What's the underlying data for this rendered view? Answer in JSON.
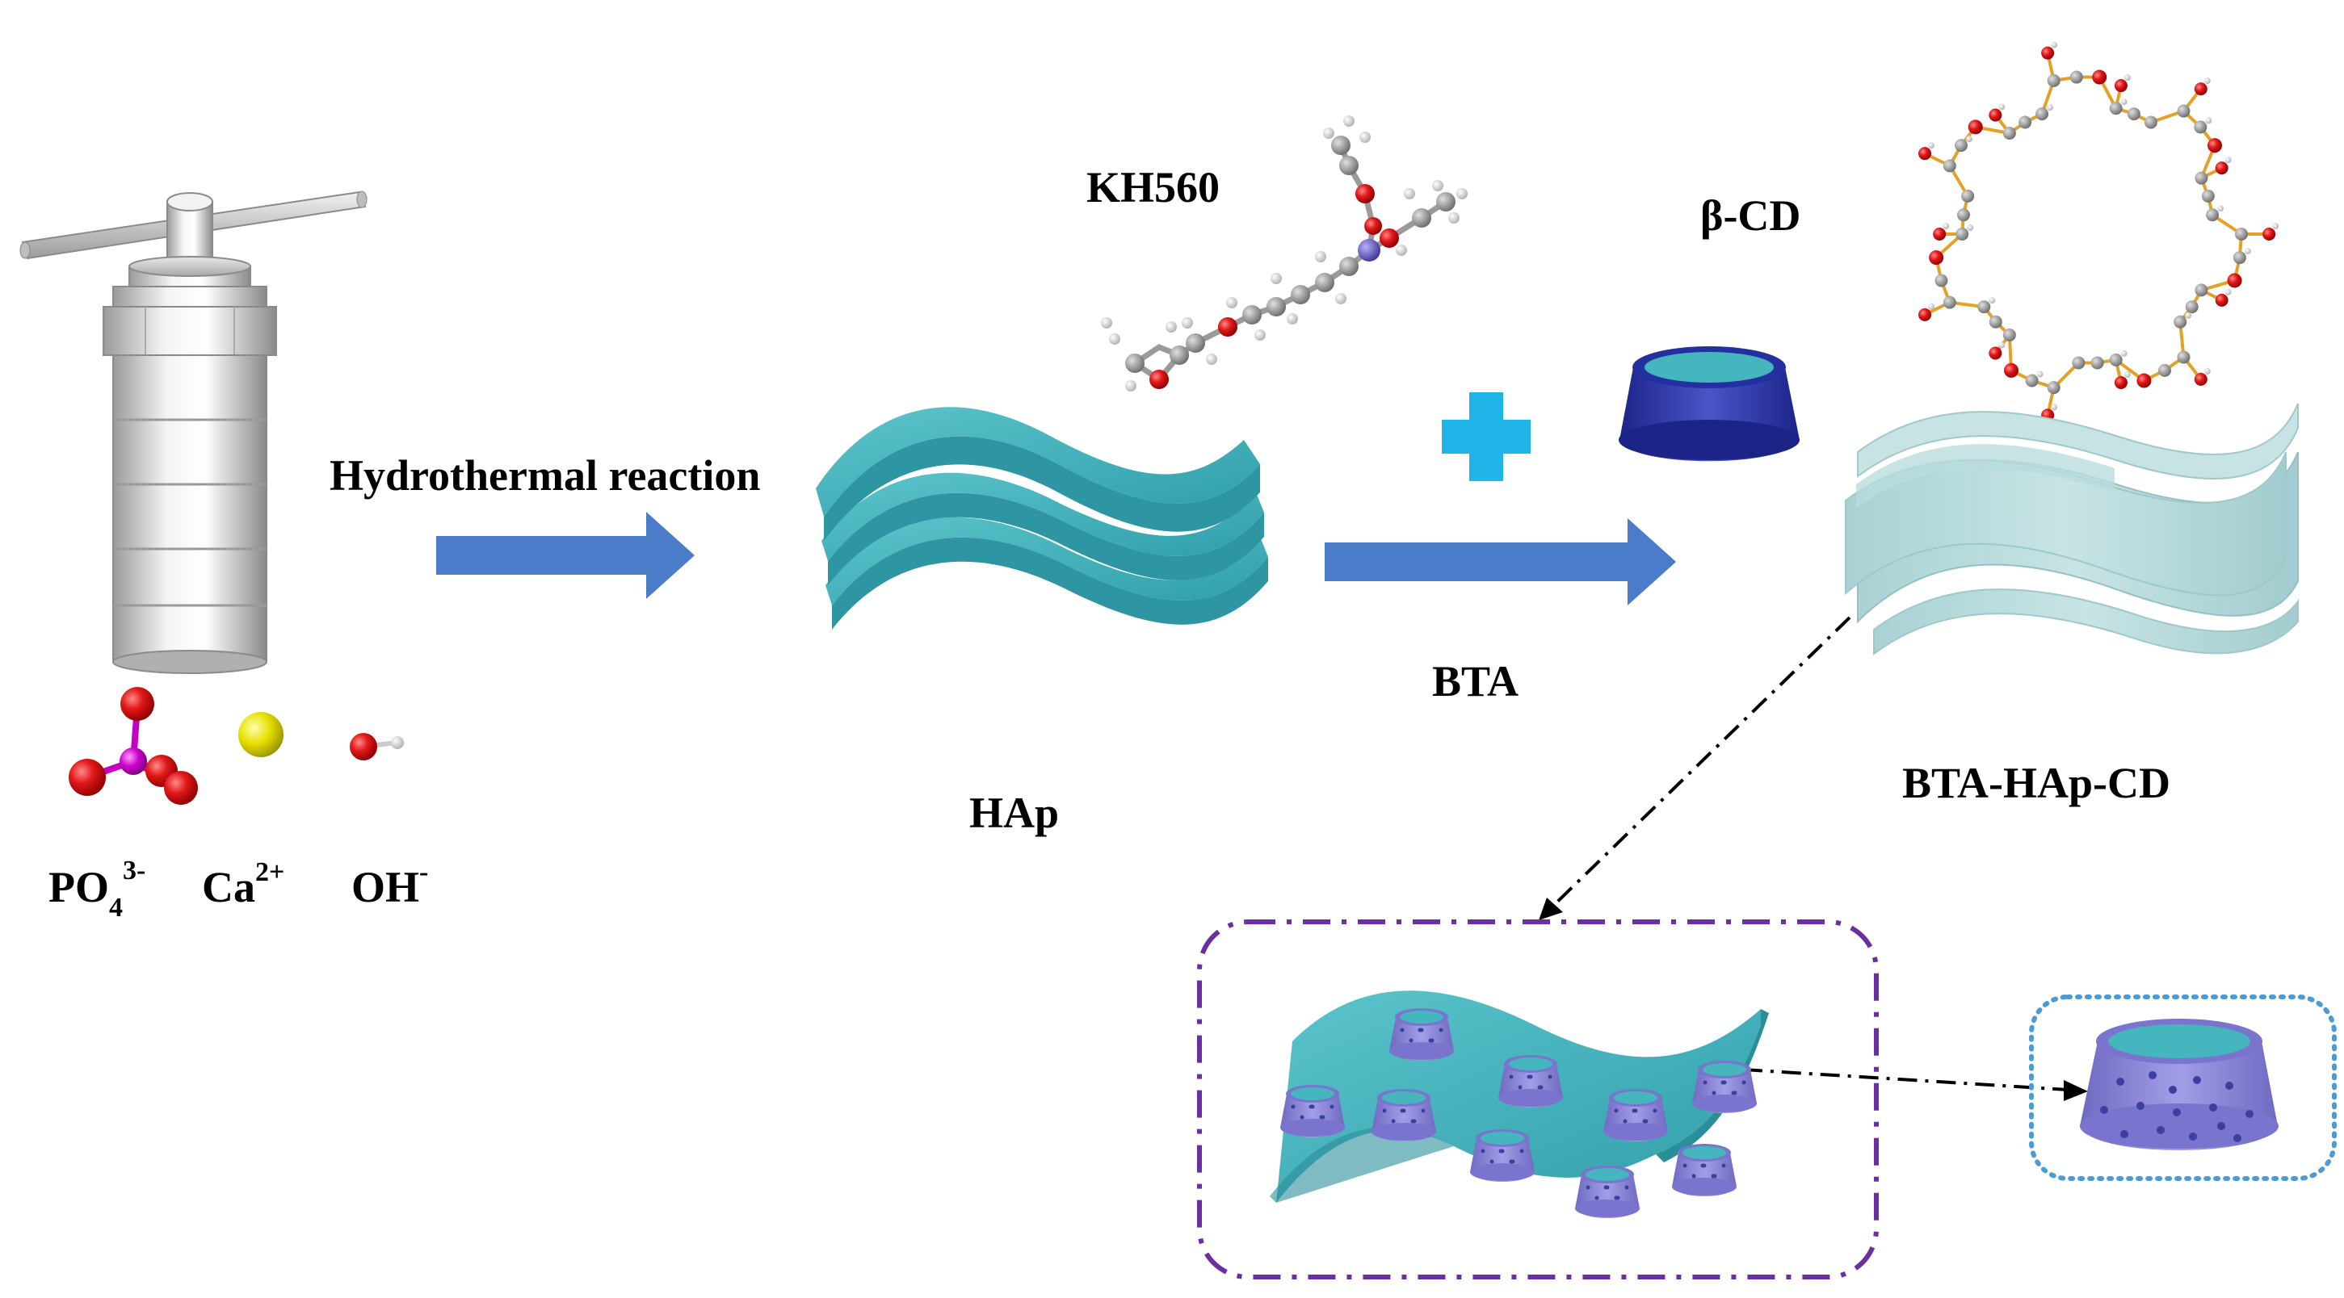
{
  "labels": {
    "hydrothermal": "Hydrothermal reaction",
    "hap": "HAp",
    "kh560": "KH560",
    "beta_cd": "β-CD",
    "bta": "BTA",
    "bta_hap_cd": "BTA-HAp-CD",
    "po4": "PO",
    "po4_sub": "4",
    "po4_sup": "3-",
    "ca": "Ca",
    "ca_sup": "2+",
    "oh": "OH",
    "oh_sup": "-"
  },
  "colors": {
    "arrow": "#4a7cc9",
    "plus": "#21b4e8",
    "sheet": "#3eb0bb",
    "sheet_product": "#b4d8d8",
    "cup_body": "#2f3aa6",
    "cup_top": "#45b6bd",
    "cup_small": "#8b85d9",
    "box_dashdot": "#6b2fa3",
    "box_dotted": "#4b9bd7",
    "oxygen": "#dd1111",
    "phosphorus": "#c400c4",
    "calcium": "#e6dd00",
    "hydrogen": "#e8e8e8",
    "carbon": "#9a9a9a",
    "silicon": "#6a5fae",
    "bond": "#e3a126"
  },
  "icons": [
    "autoclave-icon",
    "phosphate-ion-icon",
    "calcium-ion-icon",
    "hydroxide-ion-icon",
    "hap-sheet-icon",
    "kh560-molecule-icon",
    "beta-cd-cup-icon",
    "beta-cd-molecule-icon",
    "bta-hap-cd-sheet-icon",
    "cd-loaded-sheet-icon",
    "bta-loaded-cup-icon"
  ]
}
